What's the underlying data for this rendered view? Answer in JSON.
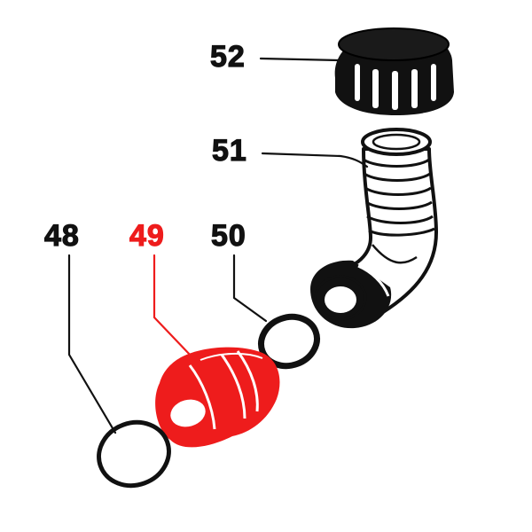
{
  "parts": [
    {
      "id": "p48",
      "number": "48",
      "highlighted": false
    },
    {
      "id": "p49",
      "number": "49",
      "highlighted": true
    },
    {
      "id": "p50",
      "number": "50",
      "highlighted": false
    },
    {
      "id": "p51",
      "number": "51",
      "highlighted": false
    },
    {
      "id": "p52",
      "number": "52",
      "highlighted": false
    }
  ],
  "colors": {
    "ink": "#111111",
    "highlight": "#ee1c1c",
    "background": "#ffffff"
  }
}
